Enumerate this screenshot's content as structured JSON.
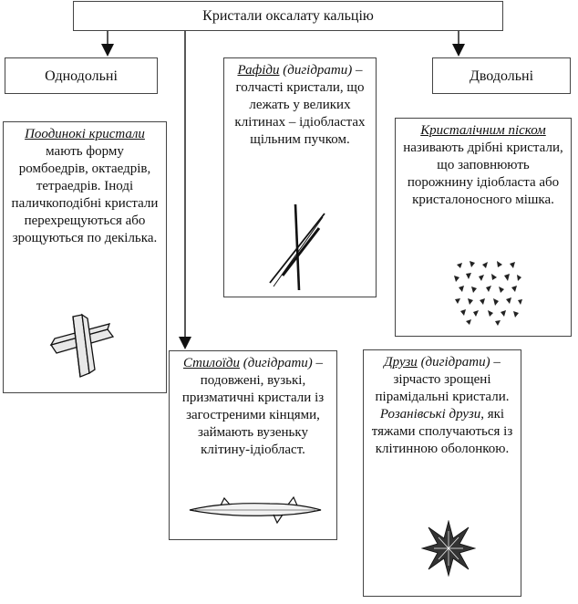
{
  "title": "Кристали оксалату кальцію",
  "categories": {
    "left": "Однодольні",
    "right": "Дводольні"
  },
  "boxes": {
    "single": {
      "term": "Поодинокі кристали",
      "text": " мають форму ромбоедрів, октаедрів, тетраедрів. Іноді паличкоподібні кристали перехрещуються або зрощуються по декілька."
    },
    "raphides": {
      "term": "Рафіди",
      "qualifier": " (дигідрати)",
      "text": "– голчасті кристали, що лежать у великих клітинах – ідіобластах щільним пучком."
    },
    "sand": {
      "term": "Кристалічним піском",
      "text": "називають дрібні кристали, що заповнюють порожнину ідіобласта або кристалоносного мішка."
    },
    "styloids": {
      "term": "Стилоїди",
      "qualifier": " (дигідрати)",
      "text": "– подовжені, вузькі, призматичні кристали із загостреними кінцями, займають вузеньку клітину-ідіобласт."
    },
    "druses": {
      "term": "Друзи",
      "qualifier": " (дигідрати)",
      "text": "– зірчасто зрощені пірамідальні кристали.",
      "extra_term": "Розанівські друзи",
      "extra_text": ", які тяжами сполучаються із клітинною оболонкою."
    }
  }
}
